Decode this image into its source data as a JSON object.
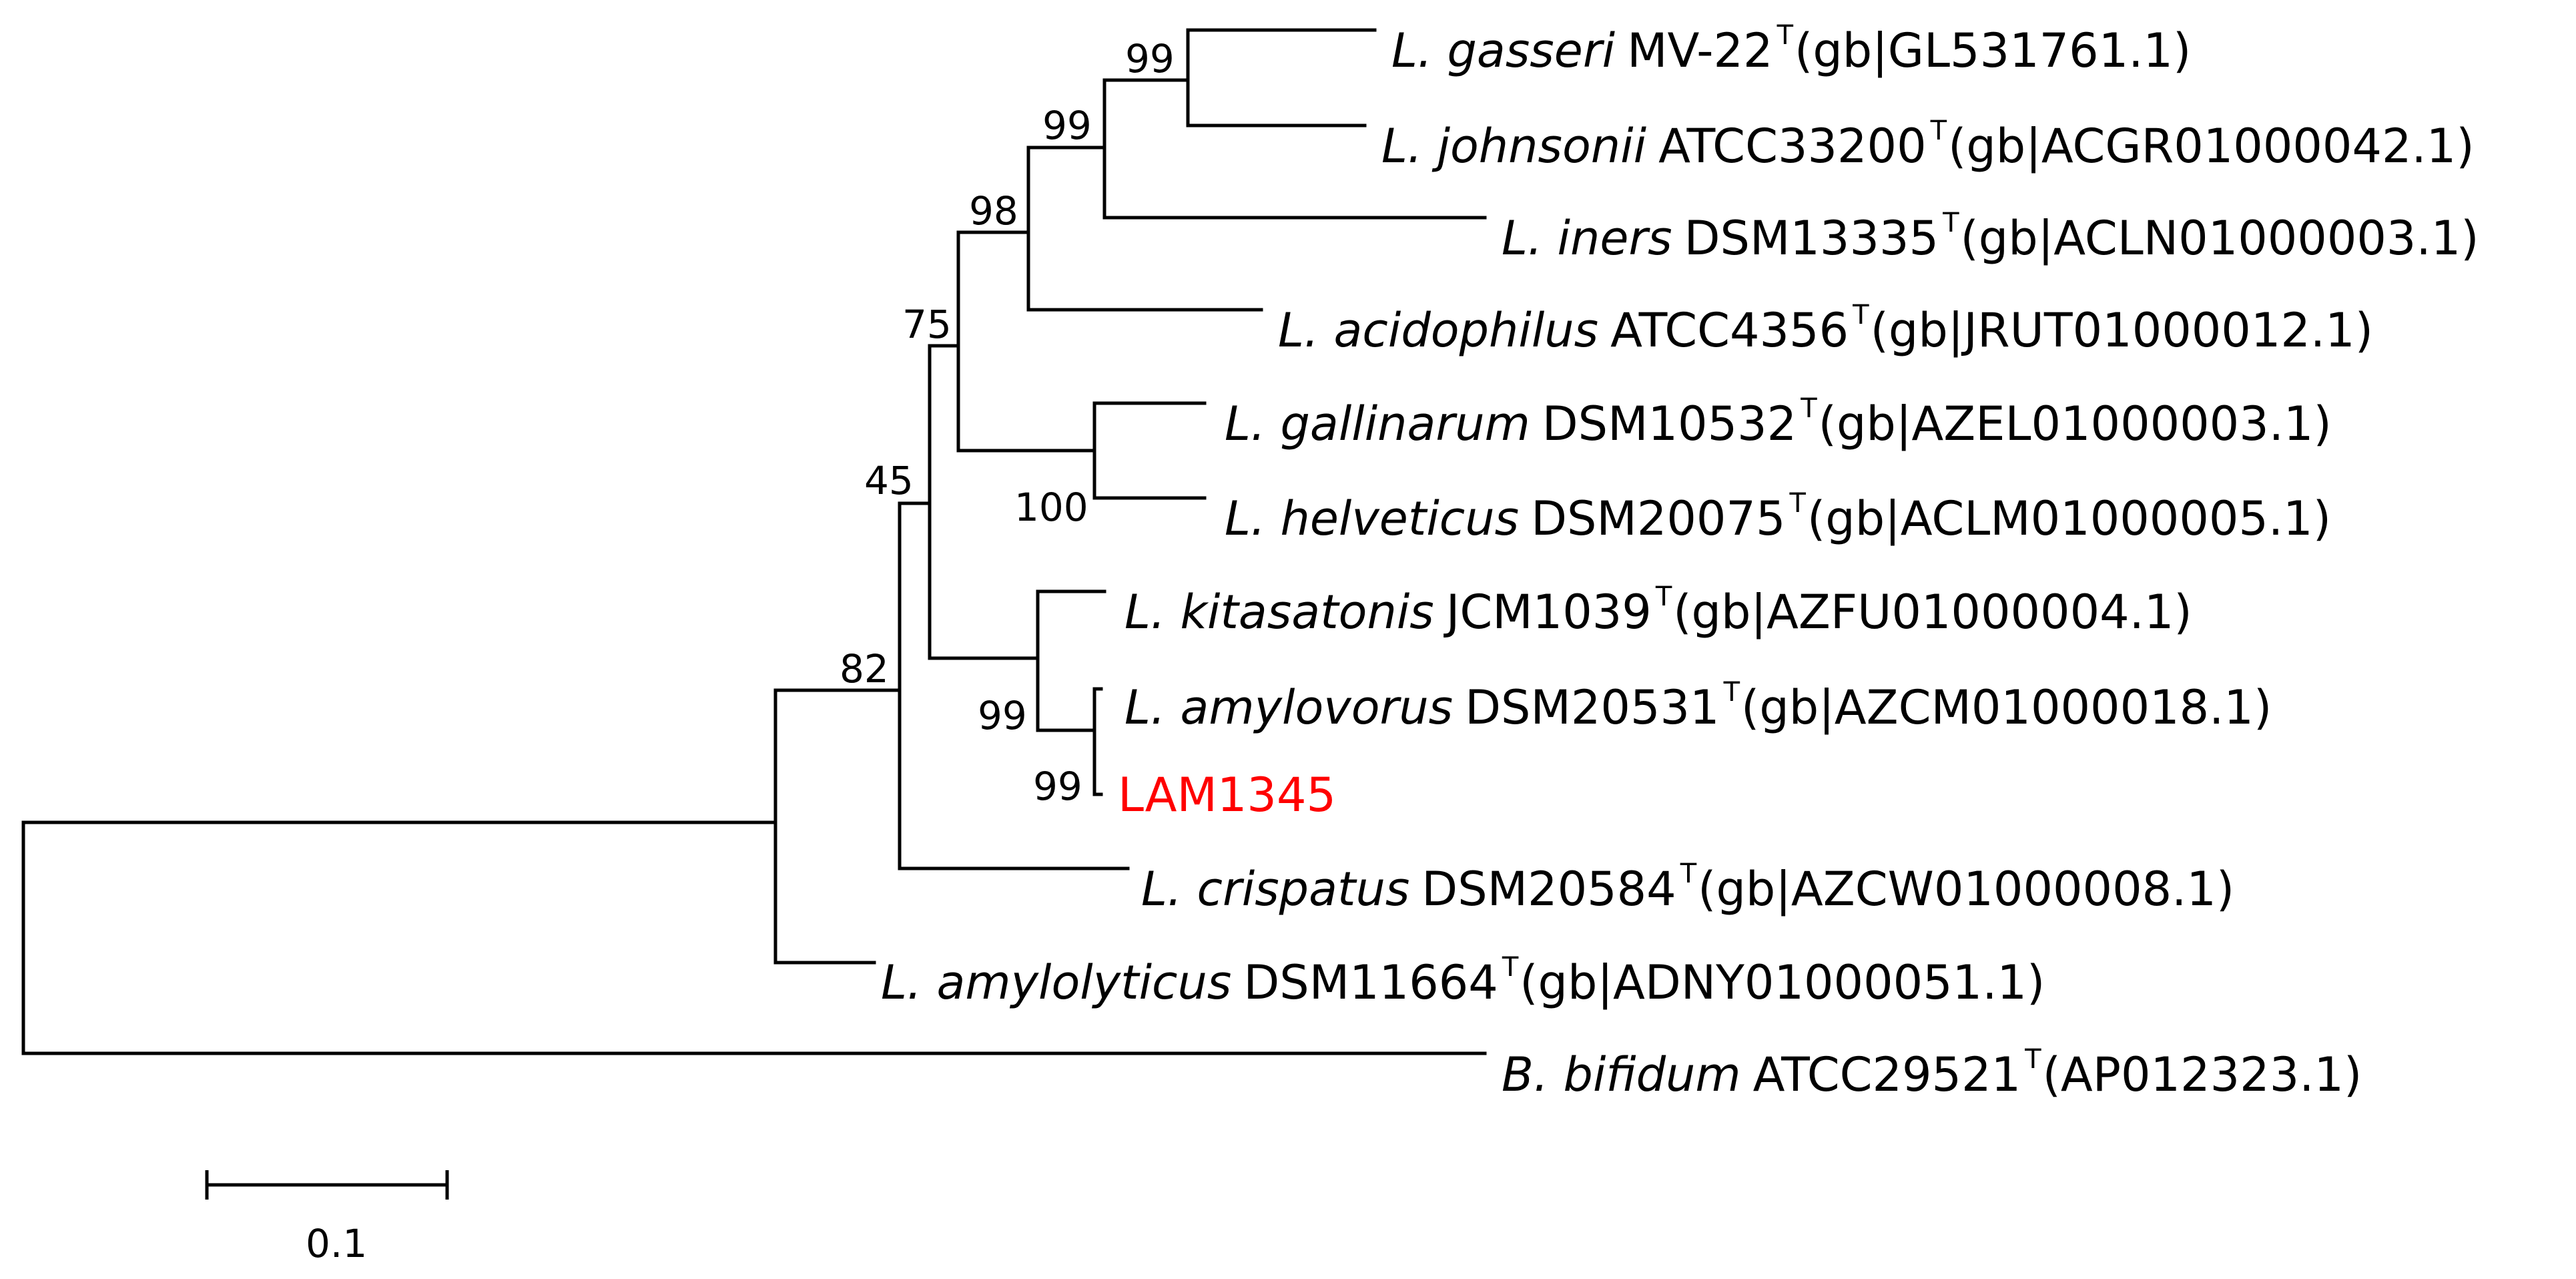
{
  "highlight_color": "#ff0000",
  "text_color": "#000000",
  "taxa": [
    {
      "species": "L. gasseri",
      "strain": "MV-22",
      "type_mark": "T",
      "accession": "(gb|GL531761.1)"
    },
    {
      "species": "L. johnsonii",
      "strain": "ATCC33200",
      "type_mark": "T",
      "accession": "(gb|ACGR01000042.1)"
    },
    {
      "species": "L. iners",
      "strain": "DSM13335",
      "type_mark": "T",
      "accession": "(gb|ACLN01000003.1)"
    },
    {
      "species": "L. acidophilus",
      "strain": "ATCC4356",
      "type_mark": "T",
      "accession": "(gb|JRUT01000012.1)"
    },
    {
      "species": "L. gallinarum",
      "strain": "DSM10532",
      "type_mark": "T",
      "accession": "(gb|AZEL01000003.1)"
    },
    {
      "species": "L. helveticus",
      "strain": "DSM20075",
      "type_mark": "T",
      "accession": "(gb|ACLM01000005.1)"
    },
    {
      "species": "L. kitasatonis",
      "strain": "JCM1039",
      "type_mark": "T",
      "accession": "(gb|AZFU01000004.1)"
    },
    {
      "species": "L. amylovorus",
      "strain": "DSM20531",
      "type_mark": "T",
      "accession": "(gb|AZCM01000018.1)"
    },
    {
      "name": "LAM1345",
      "highlight": true
    },
    {
      "species": "L. crispatus",
      "strain": "DSM20584",
      "type_mark": "T",
      "accession": "(gb|AZCW01000008.1)"
    },
    {
      "species": "L. amylolyticus",
      "strain": "DSM11664",
      "type_mark": "T",
      "accession": "(gb|ADNY01000051.1)"
    },
    {
      "species": "B. bifidum",
      "strain": "ATCC29521",
      "type_mark": "T",
      "accession": "(AP012323.1)"
    }
  ],
  "support_values": [
    {
      "clade": "gasseri-johnsonii",
      "value": "99"
    },
    {
      "clade": "gasseri-johnsonii-iners",
      "value": "99"
    },
    {
      "clade": "acidophilus-group",
      "value": "98"
    },
    {
      "clade": "acidophilus-helveticus-group",
      "value": "75"
    },
    {
      "clade": "gallinarum-helveticus",
      "value": "100"
    },
    {
      "clade": "acidophilus-kitasatonis-group",
      "value": "45"
    },
    {
      "clade": "kitasatonis-amylovorus-LAM1345",
      "value": "99"
    },
    {
      "clade": "amylovorus-LAM1345",
      "value": "99"
    },
    {
      "clade": "crispatus-group",
      "value": "82"
    }
  ],
  "scale_bar": {
    "value": 0.1,
    "label": "0.1"
  }
}
